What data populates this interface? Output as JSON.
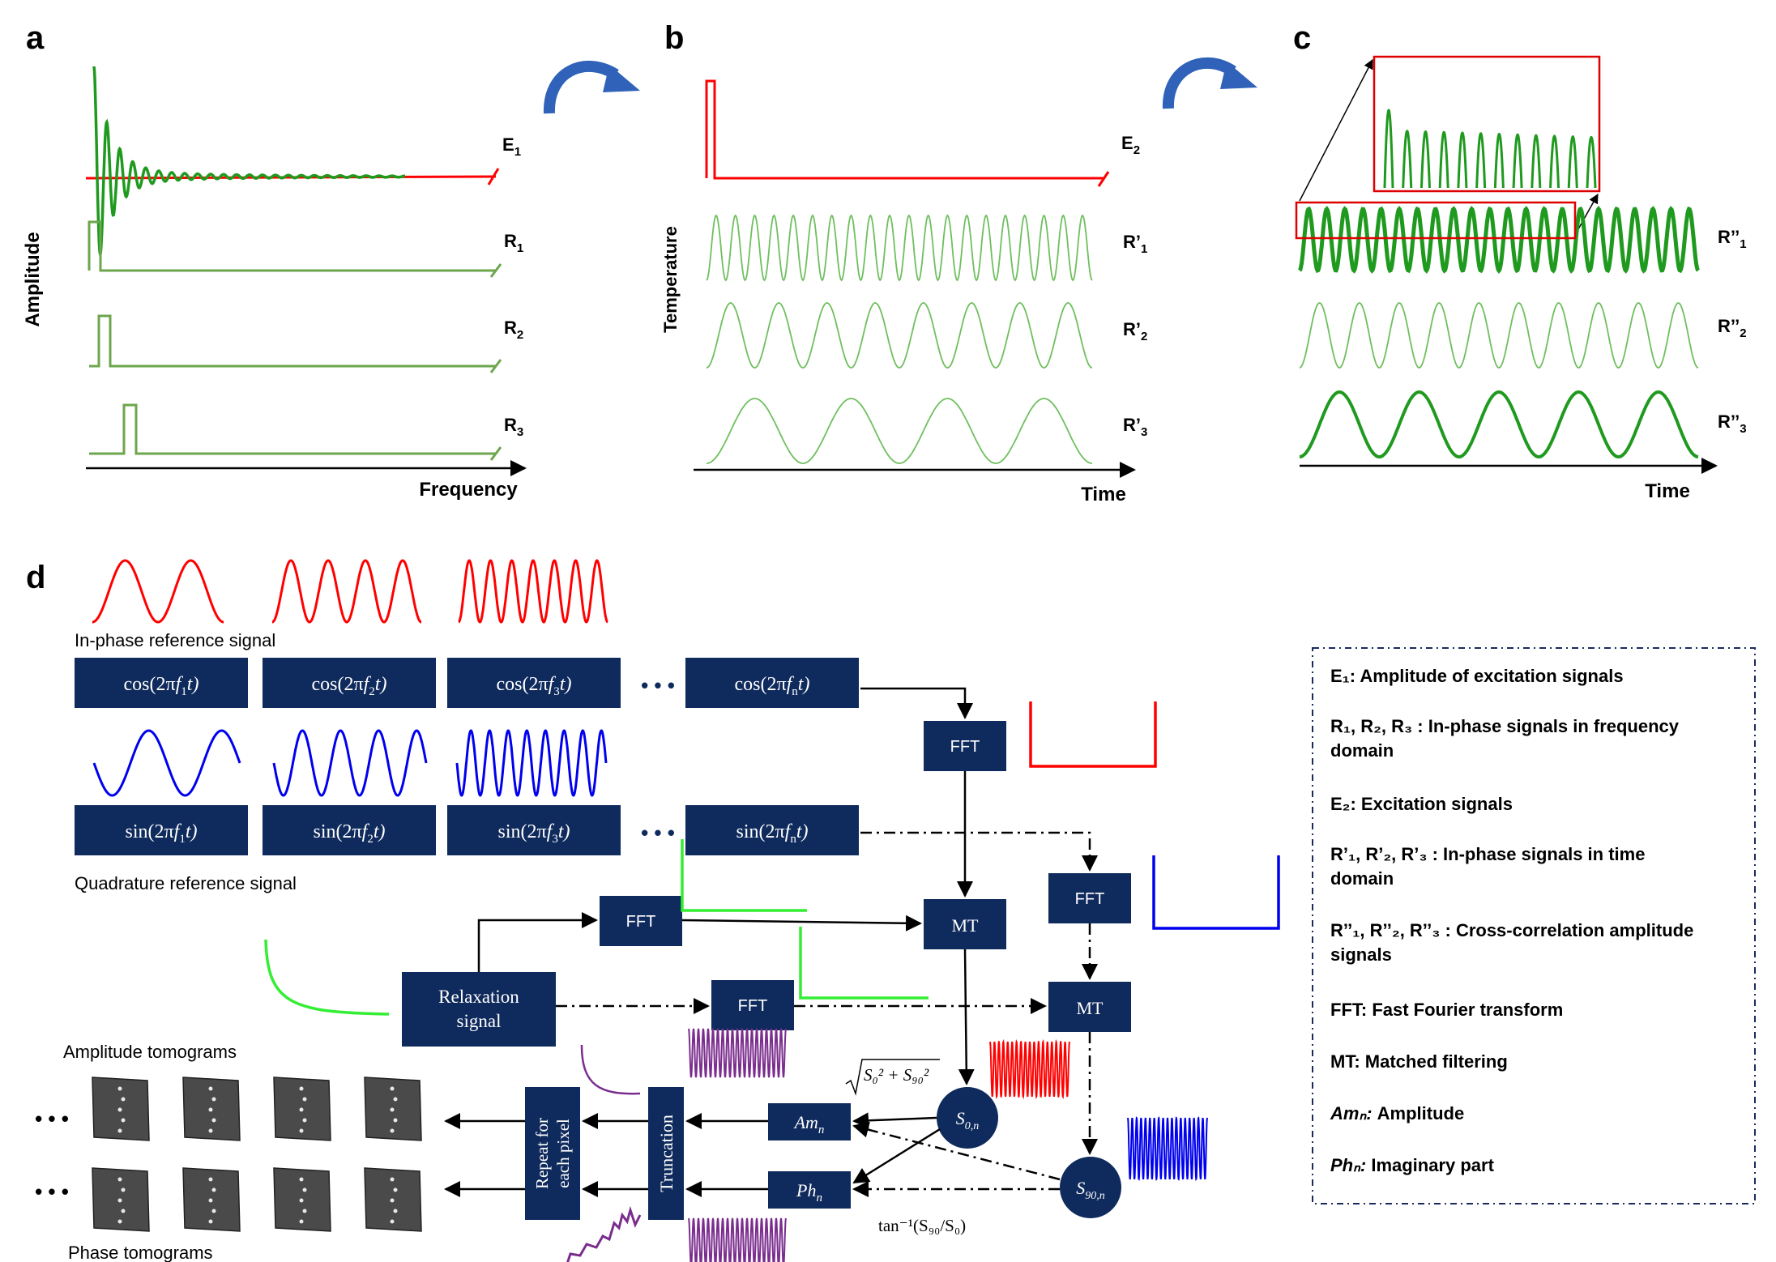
{
  "colors": {
    "navy": "#0f2a5c",
    "red": "#ff0000",
    "green": "#1f9a1f",
    "light_green": "#6fbf5f",
    "bright_green": "#33ee33",
    "blue": "#0000ee",
    "purple": "#7b2d8e",
    "arrow_blue": "#2f62b8"
  },
  "panels": {
    "a": {
      "letter": "a",
      "ylabel": "Amplitude",
      "xlabel": "Frequency",
      "labels": [
        "E",
        "R",
        "R",
        "R"
      ],
      "subs": [
        "1",
        "1",
        "2",
        "3"
      ]
    },
    "b": {
      "letter": "b",
      "ylabel": "Temperature",
      "xlabel": "Time",
      "labels": [
        "E",
        "R’",
        "R’",
        "R’"
      ],
      "subs": [
        "2",
        "1",
        "2",
        "3"
      ]
    },
    "c": {
      "letter": "c",
      "xlabel": "Time",
      "labels": [
        "R’’",
        "R’’",
        "R’’"
      ],
      "subs": [
        "1",
        "2",
        "3"
      ]
    },
    "d": {
      "letter": "d"
    }
  },
  "flow": {
    "inphase_label": "In-phase reference signal",
    "quad_label": "Quadrature reference signal",
    "amp_tomo_label": "Amplitude tomograms",
    "phase_tomo_label": "Phase tomograms",
    "ellipsis": "• • •",
    "cos_fn": "cos(2π",
    "sin_fn": "sin(2π",
    "f_letter": "f",
    "t_close": "t)",
    "subs": [
      "1",
      "2",
      "3",
      "n"
    ],
    "fft": "FFT",
    "mt": "MT",
    "relax_line1": "Relaxation",
    "relax_line2": "signal",
    "amn": "Am",
    "phn": "Ph",
    "n_sub": "n",
    "truncation": "Truncation",
    "repeat_line1": "Repeat for",
    "repeat_line2": "each pixel",
    "s0n": "S",
    "s0n_sub": "0,n",
    "s90n": "S",
    "s90n_sub": "90,n",
    "sqrt_formula": "S₀² + S₉₀²",
    "atan_formula": "tan⁻¹(S₉₀/S₀)"
  },
  "legend": [
    {
      "term": "E₁: ",
      "desc": "Amplitude of excitation signals"
    },
    {
      "term": "R₁, R₂, R₃ : ",
      "desc": "In-phase signals in frequency",
      "desc2": "domain"
    },
    {
      "term": "E₂: ",
      "desc": "Excitation signals"
    },
    {
      "term": "R’₁, R’₂, R’₃ : ",
      "desc": "In-phase signals in time",
      "desc2": "domain"
    },
    {
      "term": "R’’₁, R’’₂, R’’₃ : ",
      "desc": "Cross-correlation amplitude",
      "desc2": "signals"
    },
    {
      "term": "FFT: ",
      "desc": "Fast Fourier transform"
    },
    {
      "term": "MT: ",
      "desc": "Matched filtering"
    },
    {
      "term": "Amₙ: ",
      "desc": "Amplitude"
    },
    {
      "term": "Phₙ: ",
      "desc": "Imaginary part"
    }
  ]
}
